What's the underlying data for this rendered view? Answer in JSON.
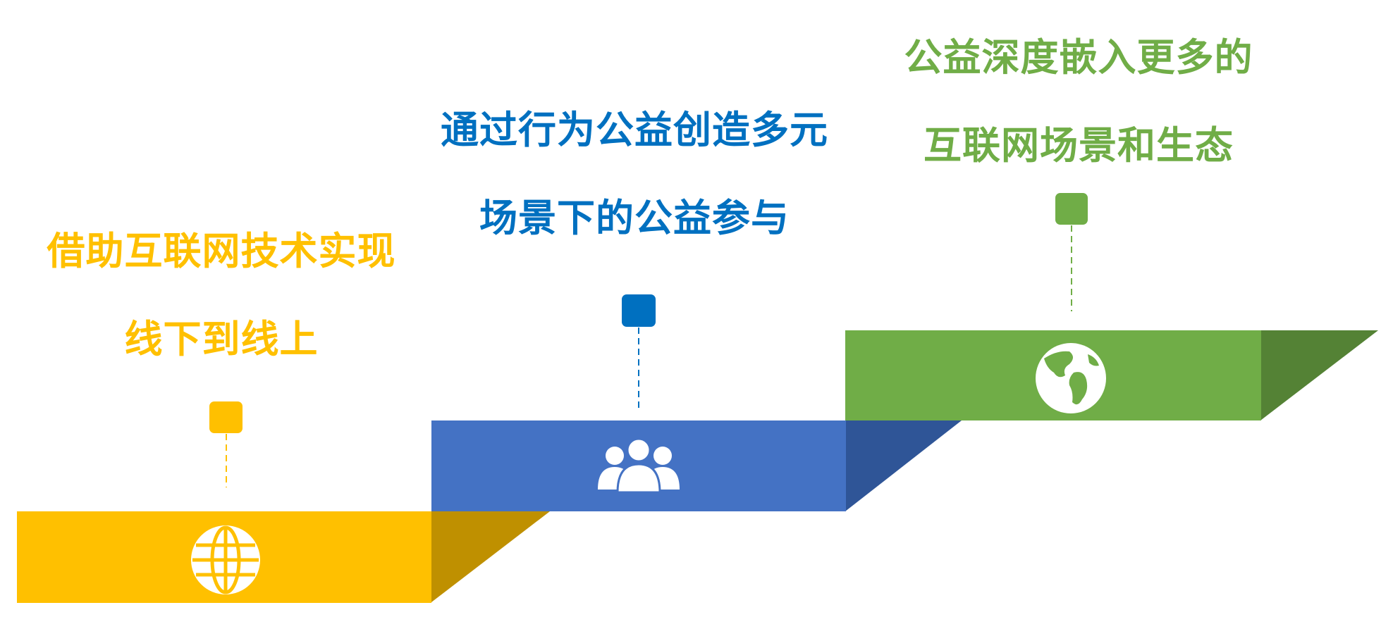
{
  "steps": [
    {
      "line1": "借助互联网技术实现",
      "line2": "线下到线上",
      "color": "#FFC000",
      "side_color": "#BF9000",
      "icon": "globe-grid-icon"
    },
    {
      "line1": "通过行为公益创造多元",
      "line2": "场景下的公益参与",
      "color": "#4472C4",
      "side_color": "#2F5597",
      "text_color": "#0070C0",
      "icon": "people-group-icon"
    },
    {
      "line1": "公益深度嵌入更多的",
      "line2": "互联网场景和生态",
      "color": "#70AD47",
      "side_color": "#548235",
      "icon": "earth-icon"
    }
  ]
}
